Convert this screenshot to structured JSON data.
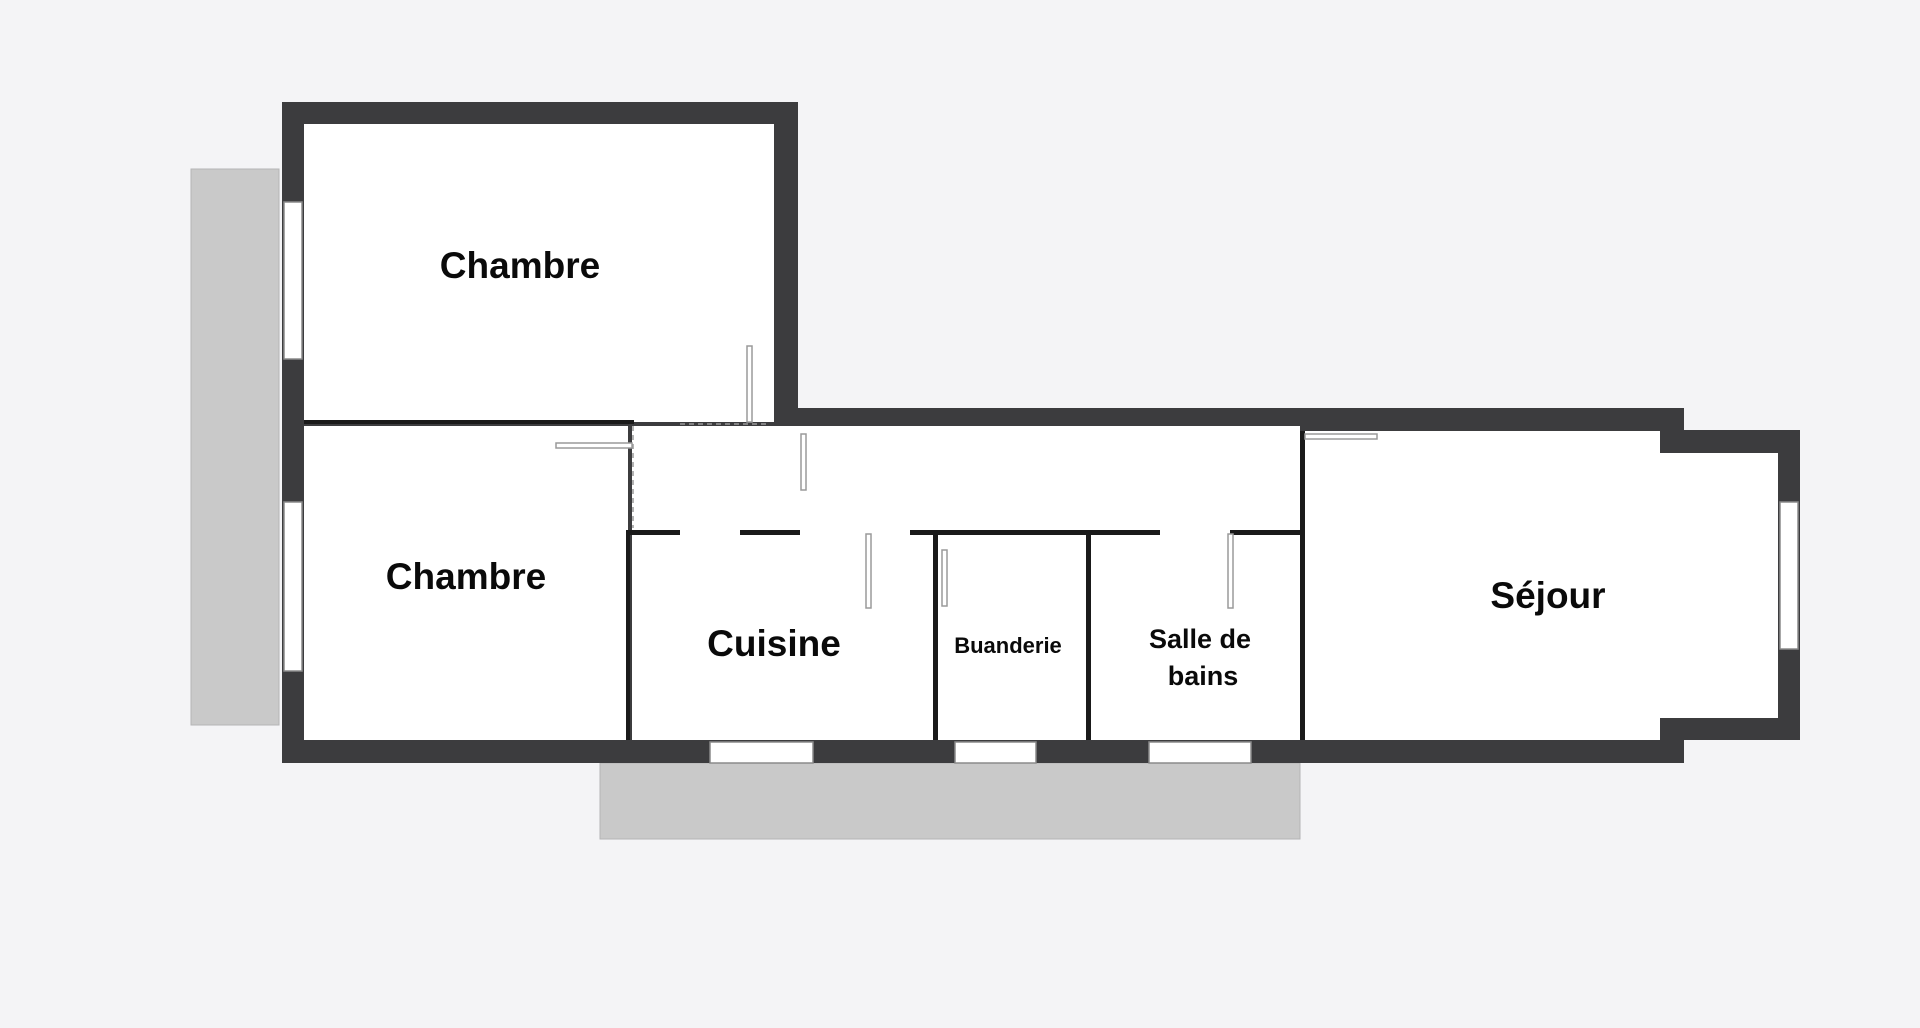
{
  "plan": {
    "rooms": [
      {
        "id": "chambre-1",
        "label": "Chambre"
      },
      {
        "id": "chambre-2",
        "label": "Chambre"
      },
      {
        "id": "cuisine",
        "label": "Cuisine"
      },
      {
        "id": "buanderie",
        "label": "Buanderie"
      },
      {
        "id": "salle-de-bains",
        "label_line1": "Salle de",
        "label_line2": "bains"
      },
      {
        "id": "sejour",
        "label": "Séjour"
      }
    ],
    "colors": {
      "wall": "#3c3c3e",
      "floor": "#ffffff",
      "background": "#f4f4f6",
      "balcony": "#c9c9c9"
    }
  }
}
